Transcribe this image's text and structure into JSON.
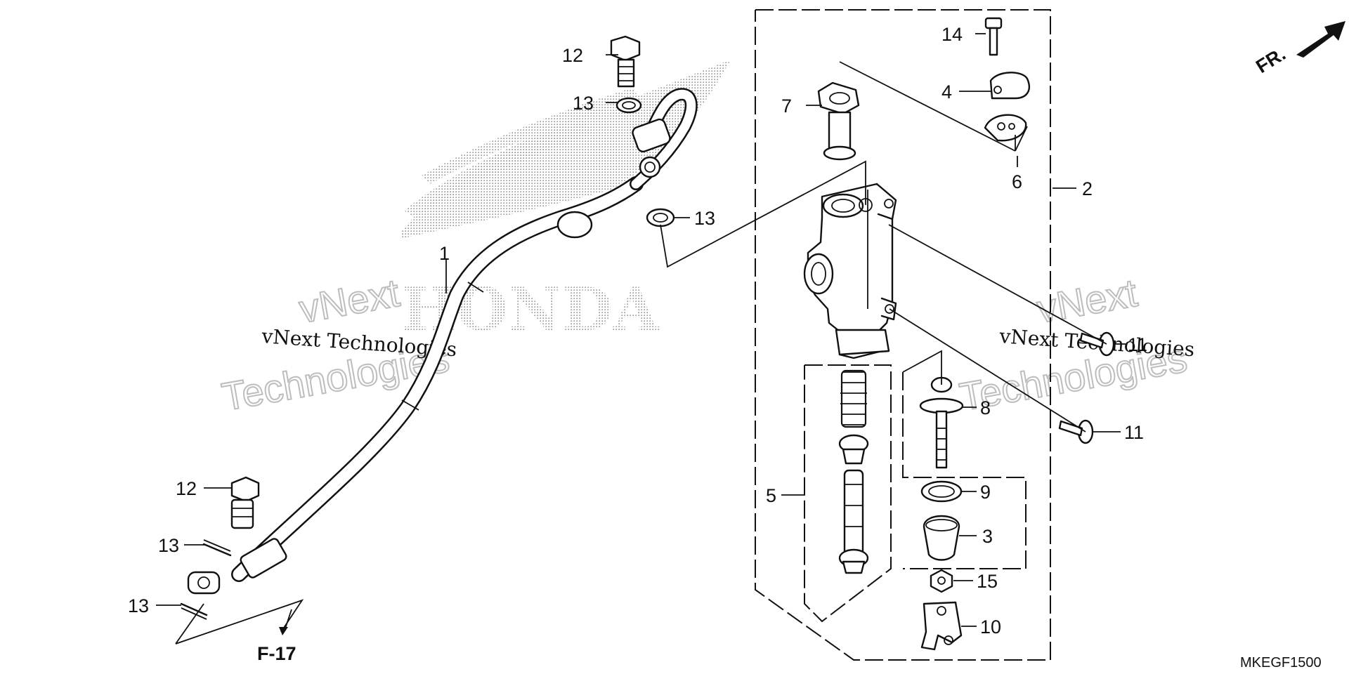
{
  "diagram": {
    "direction_label": "FR.",
    "ref_label": "F-17",
    "diagram_code": "MKEGF1500",
    "watermark_text": "vNext Technologies",
    "watermark_outline_line1": "vNext",
    "watermark_outline_line2": "Technologies",
    "logo_text": "HONDA",
    "callouts": [
      {
        "id": "c-1",
        "text": "1"
      },
      {
        "id": "c-2",
        "text": "2"
      },
      {
        "id": "c-3",
        "text": "3"
      },
      {
        "id": "c-4",
        "text": "4"
      },
      {
        "id": "c-5",
        "text": "5"
      },
      {
        "id": "c-6",
        "text": "6"
      },
      {
        "id": "c-7",
        "text": "7"
      },
      {
        "id": "c-8",
        "text": "8"
      },
      {
        "id": "c-9",
        "text": "9"
      },
      {
        "id": "c-10",
        "text": "10"
      },
      {
        "id": "c-11a",
        "text": "11"
      },
      {
        "id": "c-11b",
        "text": "11"
      },
      {
        "id": "c-12a",
        "text": "12"
      },
      {
        "id": "c-12b",
        "text": "12"
      },
      {
        "id": "c-13a",
        "text": "13"
      },
      {
        "id": "c-13b",
        "text": "13"
      },
      {
        "id": "c-13c",
        "text": "13"
      },
      {
        "id": "c-13d",
        "text": "13"
      },
      {
        "id": "c-14",
        "text": "14"
      },
      {
        "id": "c-15",
        "text": "15"
      }
    ],
    "colors": {
      "line": "#111111",
      "watermark": "#bdbdbd",
      "logo_dots": "#9a9a9a"
    }
  }
}
